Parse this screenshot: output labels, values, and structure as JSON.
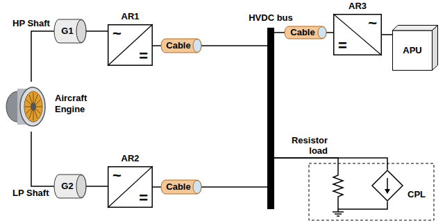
{
  "diagram": {
    "nodes": [
      {
        "text": [
          "Aircraft Engine"
        ]
      },
      {
        "text": [
          "G1"
        ]
      },
      {
        "text": [
          "AR1",
          "~",
          "="
        ]
      },
      {
        "text": [
          "Cable"
        ]
      },
      {
        "text": [
          "HVDC bus"
        ]
      },
      {
        "text": [
          "Cable"
        ]
      },
      {
        "text": [
          "AR3",
          "~",
          "="
        ]
      },
      {
        "text": [
          "APU"
        ]
      },
      {
        "text": [
          "G2"
        ]
      },
      {
        "text": [
          "AR2",
          "~",
          "="
        ]
      },
      {
        "text": [
          "Cable"
        ]
      },
      {
        "text": [
          "Resistor load"
        ]
      },
      {
        "text": [
          "CPL"
        ]
      }
    ],
    "edges": [
      {
        "from": 0,
        "to": 1,
        "arrow": "none",
        "label": "HP Shaft"
      },
      {
        "from": 0,
        "to": 8,
        "arrow": "none",
        "label": "LP Shaft"
      },
      {
        "from": 1,
        "to": 2,
        "arrow": "none"
      },
      {
        "from": 2,
        "to": 3,
        "arrow": "none"
      },
      {
        "from": 3,
        "to": 4,
        "arrow": "none"
      },
      {
        "from": 4,
        "to": 5,
        "arrow": "none"
      },
      {
        "from": 5,
        "to": 6,
        "arrow": "none"
      },
      {
        "from": 6,
        "to": 7,
        "arrow": "none"
      },
      {
        "from": 8,
        "to": 9,
        "arrow": "none"
      },
      {
        "from": 9,
        "to": 10,
        "arrow": "none"
      },
      {
        "from": 10,
        "to": 4,
        "arrow": "none"
      },
      {
        "from": 4,
        "to": 11,
        "arrow": "none"
      },
      {
        "from": 4,
        "to": 12,
        "arrow": "none"
      }
    ]
  }
}
